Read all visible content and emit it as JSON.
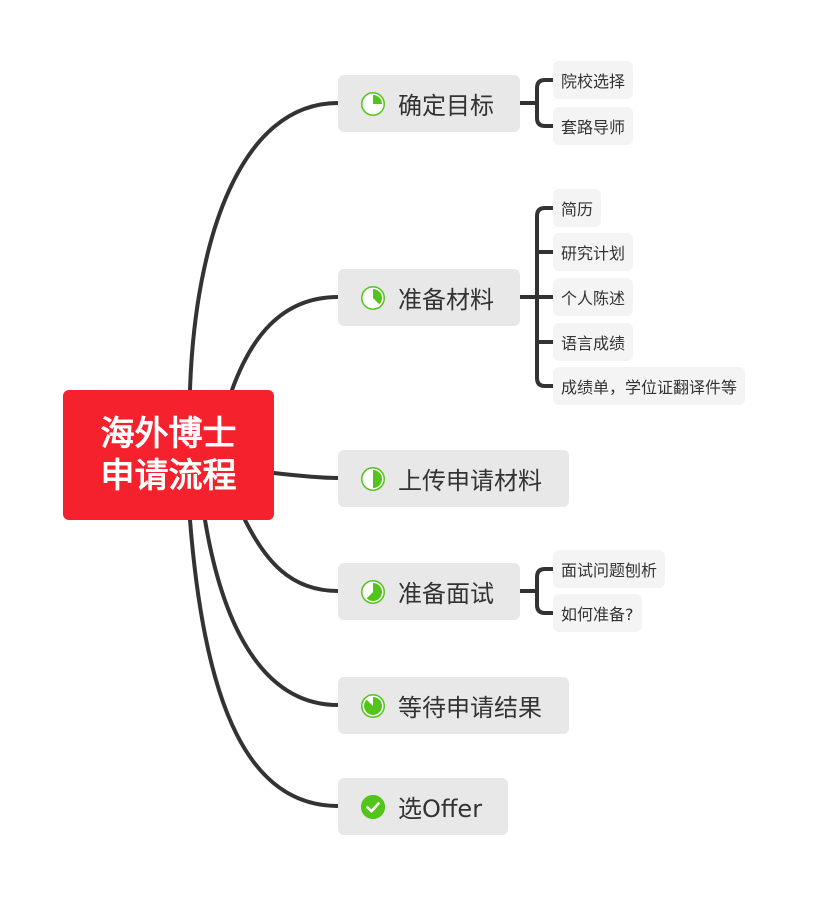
{
  "root": {
    "line1": "海外博士",
    "line2": "申请流程",
    "color": "#f5222d"
  },
  "branches": [
    {
      "label": "确定目标",
      "progress": 0.25
    },
    {
      "label": "准备材料",
      "progress": 0.375
    },
    {
      "label": "上传申请材料",
      "progress": 0.5
    },
    {
      "label": "准备面试",
      "progress": 0.625
    },
    {
      "label": "等待申请结果",
      "progress": 0.875
    },
    {
      "label": "选Offer",
      "progress": 1.0
    }
  ],
  "leaves": {
    "b0": [
      "院校选择",
      "套路导师"
    ],
    "b1": [
      "简历",
      "研究计划",
      "个人陈述",
      "语言成绩",
      "成绩单，学位证翻译件等"
    ],
    "b3": [
      "面试问题刨析",
      "如何准备?"
    ]
  },
  "colors": {
    "progress": "#52c41a",
    "line": "#333333",
    "branch_bg": "#e8e8e8",
    "leaf_bg": "#f4f4f4"
  }
}
